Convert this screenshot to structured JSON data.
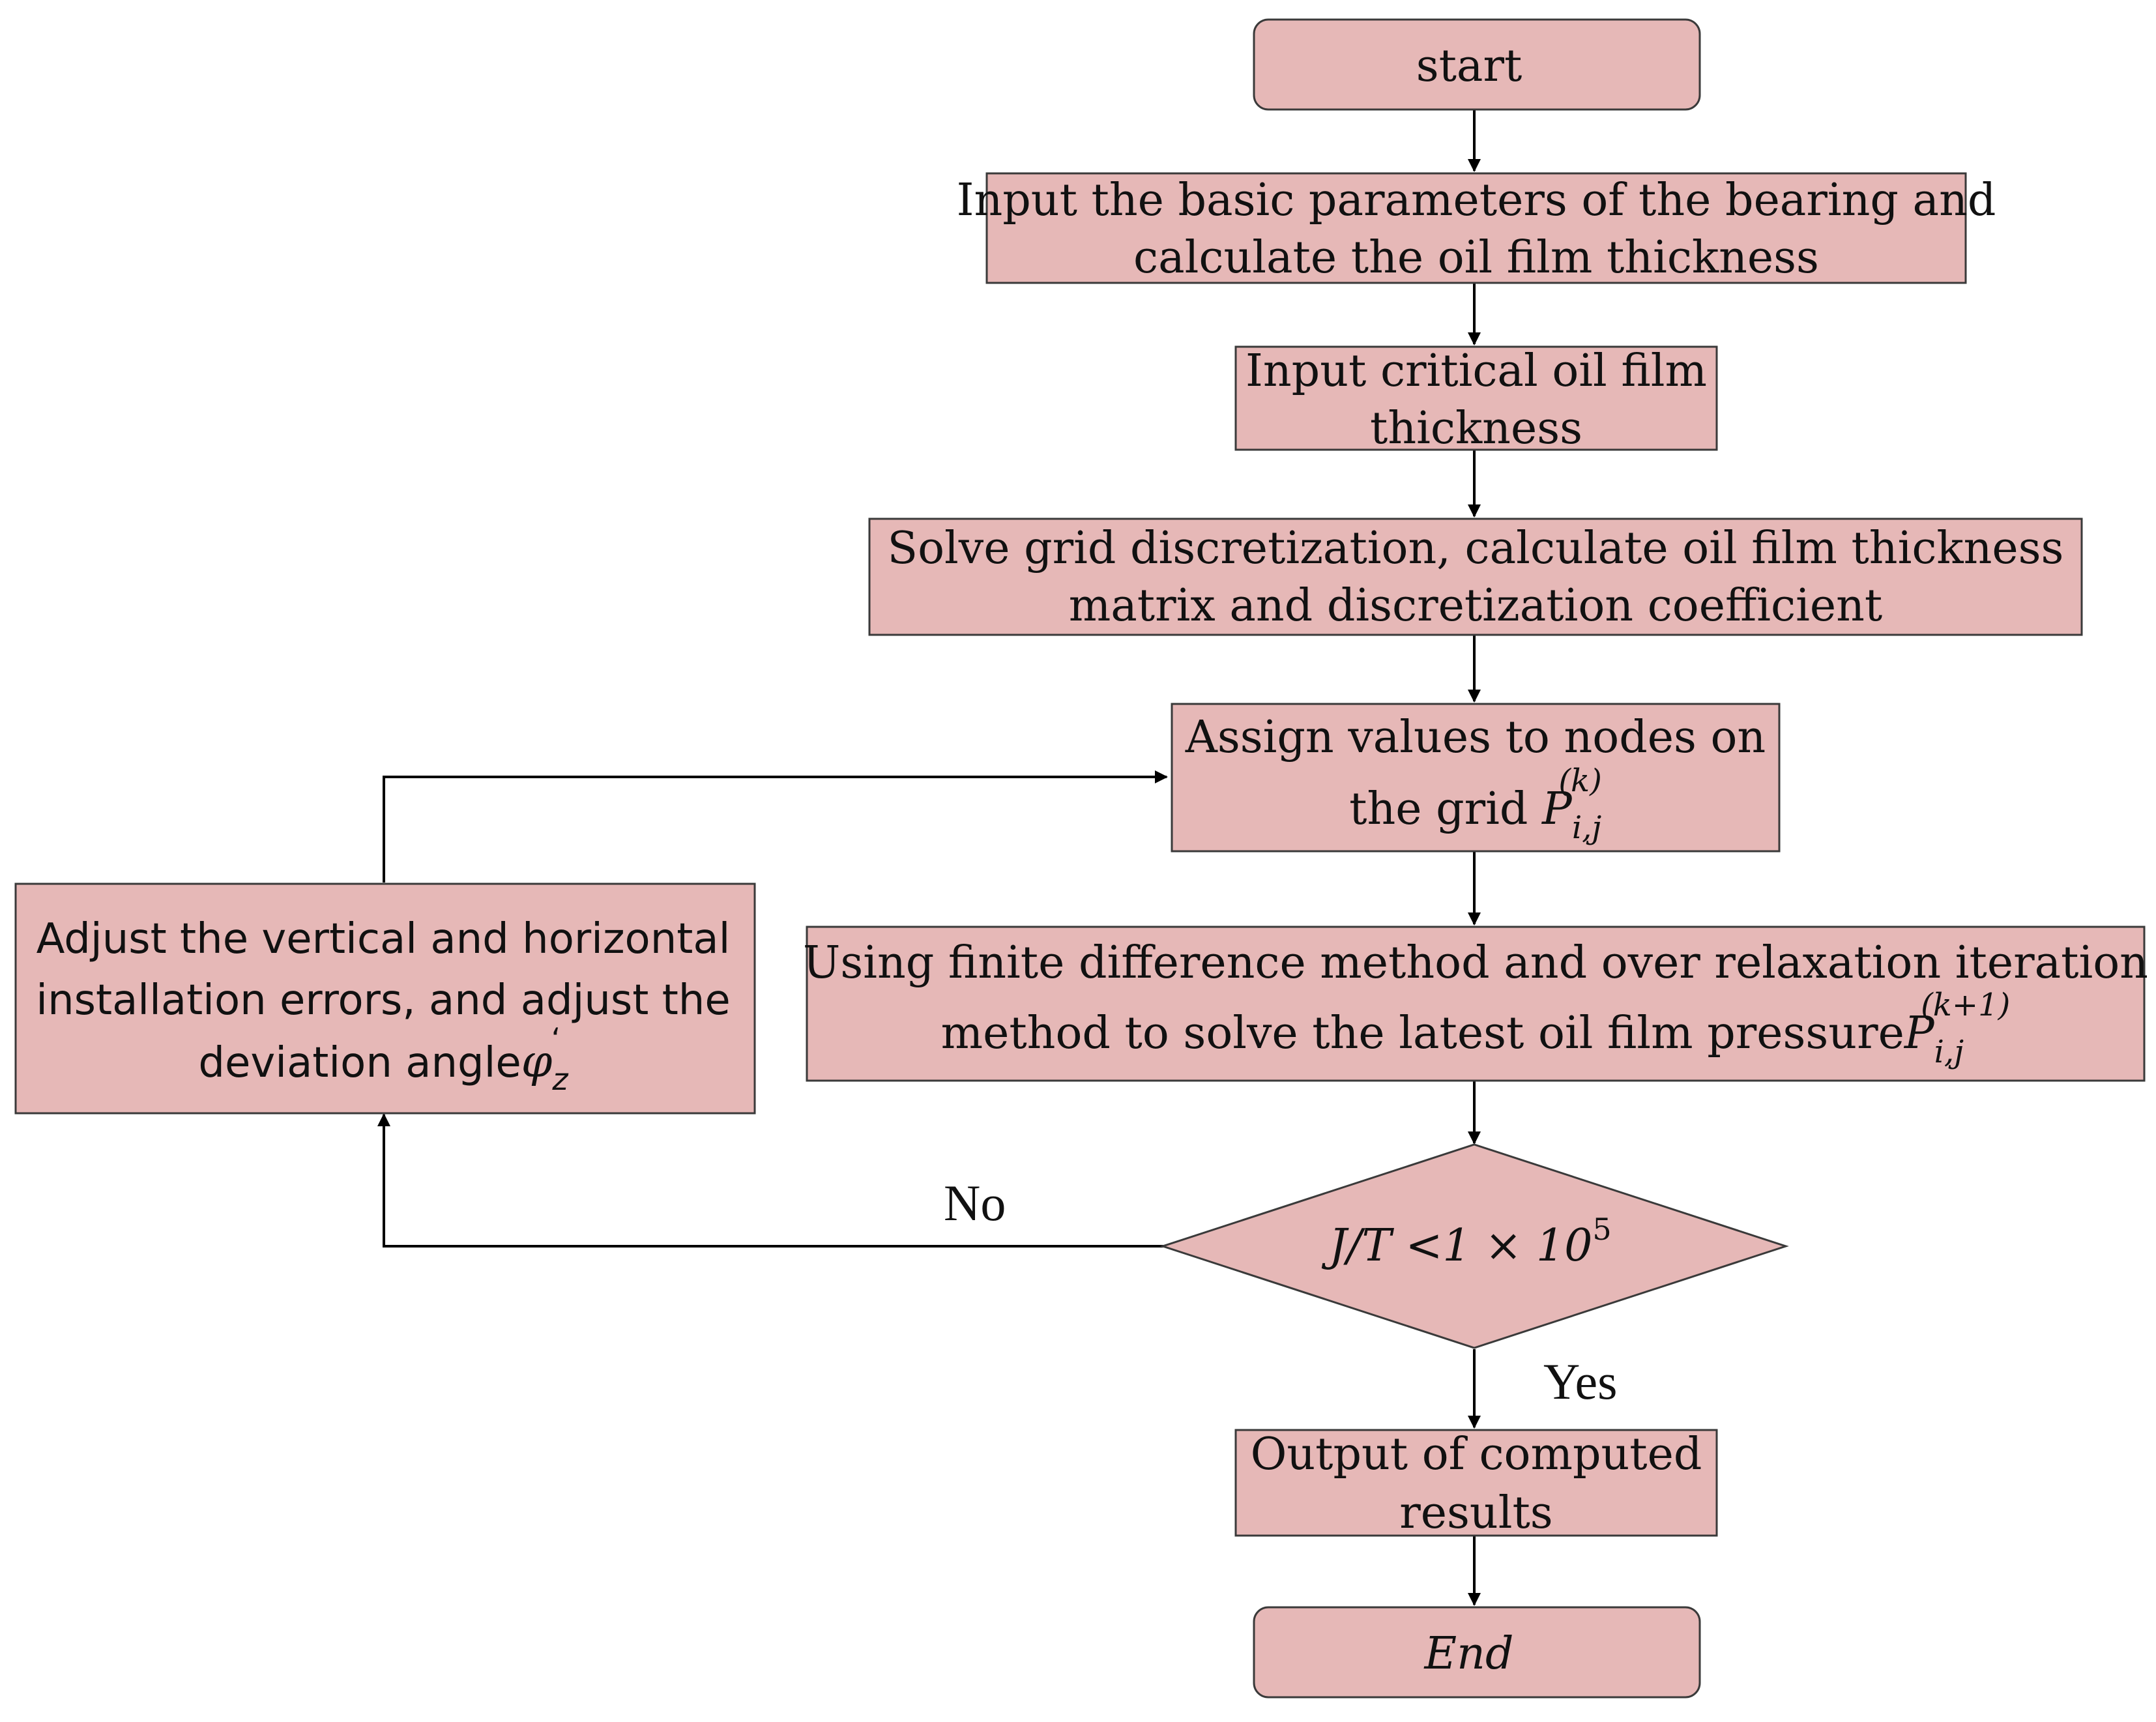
{
  "nodes": {
    "start": {
      "text": "start"
    },
    "input_params": {
      "line1": "Input the basic parameters of the bearing and",
      "line2": "calculate the oil film thickness"
    },
    "critical": {
      "line1": "Input critical oil film",
      "line2": "thickness"
    },
    "grid": {
      "line1": "Solve grid discretization, calculate oil film thickness",
      "line2": "matrix and discretization coefficient"
    },
    "assign": {
      "line1": "Assign values to nodes on",
      "line2": "the grid ",
      "sym": "P",
      "sub": "i,j",
      "sup": "(k)"
    },
    "solve": {
      "line1": "Using finite difference method and over relaxation iteration",
      "line2": "method to solve the latest oil film pressure",
      "sym": "P",
      "sub": "i,j",
      "sup": "(k+1)"
    },
    "decision": {
      "expr": "J/T <1 × 10",
      "sup": "5"
    },
    "adjust": {
      "line1": "Adjust the vertical and horizontal",
      "line2": "installation errors, and adjust the",
      "line3": "deviation angle",
      "sym": "φ",
      "sub": "z",
      "sup": "ʻ"
    },
    "output": {
      "line1": "Output of computed",
      "line2": "results"
    },
    "end": {
      "text": "End"
    }
  },
  "edges": {
    "no_label": "No",
    "yes_label": "Yes"
  },
  "colors": {
    "box_fill": "#e6b8b7",
    "box_stroke": "#3a3a3a",
    "line": "#000000"
  }
}
